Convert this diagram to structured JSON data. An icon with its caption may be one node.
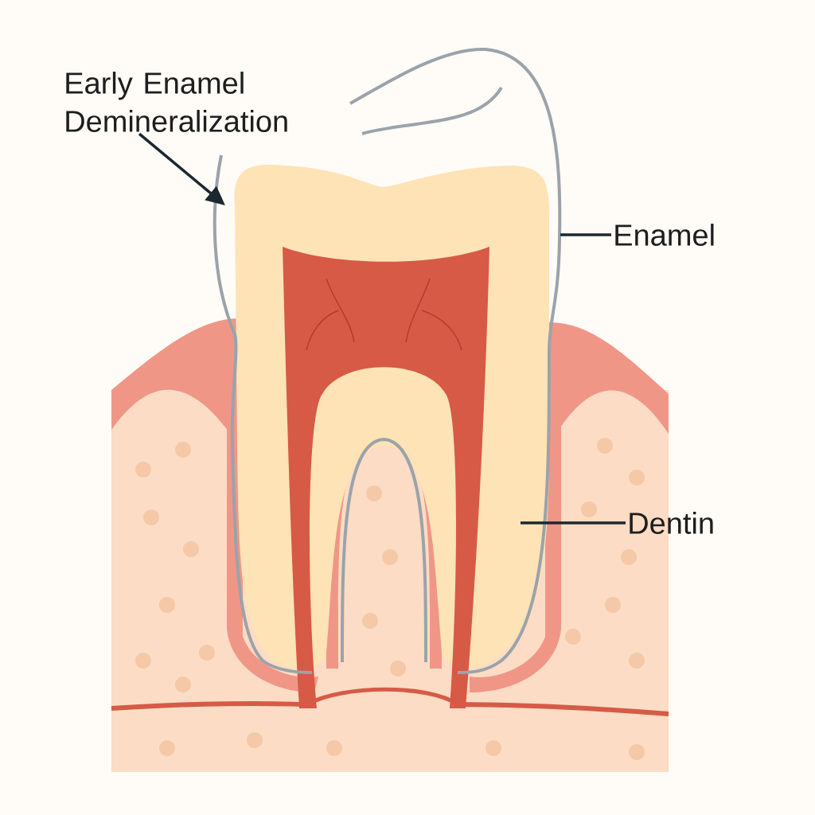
{
  "diagram": {
    "nodes": [
      {
        "text": [
          "Early Enamel Demineralization"
        ]
      },
      {
        "text": [
          "Enamel"
        ]
      },
      {
        "text": [
          "Dentin"
        ]
      }
    ],
    "edges": [
      {
        "from": 0,
        "to": null,
        "arrow": "to"
      },
      {
        "from": 1,
        "to": null,
        "arrow": "none"
      },
      {
        "from": 2,
        "to": null,
        "arrow": "none"
      }
    ]
  }
}
